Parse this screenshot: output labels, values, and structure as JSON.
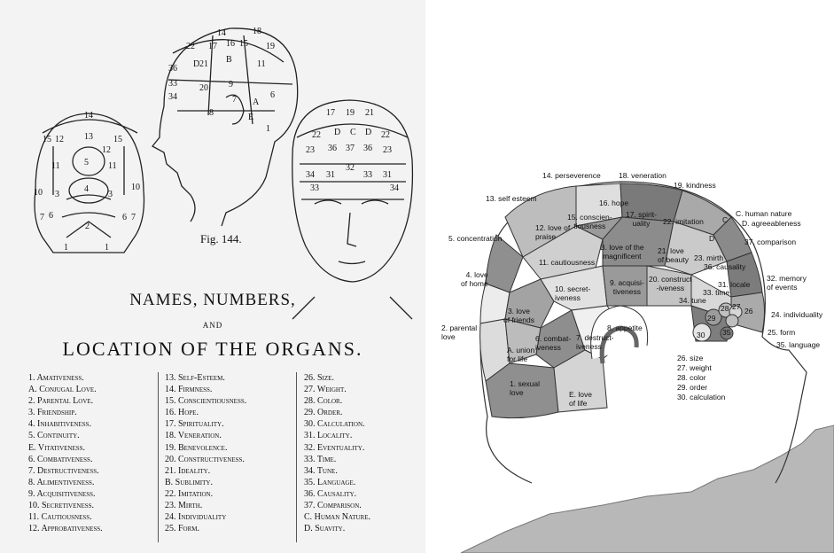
{
  "left_panel": {
    "figure_caption": "Fig. 144.",
    "title_line1": "NAMES, NUMBERS,",
    "title_line2": "AND",
    "title_line3": "LOCATION OF THE ORGANS.",
    "col1": [
      "1. Amativeness.",
      "A. Conjugal Love.",
      "2. Parental Love.",
      "3. Friendship.",
      "4. Inhabitiveness.",
      "5. Continuity.",
      "E. Vitativeness.",
      "6. Combativeness.",
      "7. Destructiveness.",
      "8. Alimentiveness.",
      "9. Acquisitiveness.",
      "10. Secretiveness.",
      "11. Cautiousness.",
      "12. Approbativeness."
    ],
    "col2": [
      "13. Self-Esteem.",
      "14. Firmness.",
      "15. Conscientiousness.",
      "16. Hope.",
      "17. Spirituality.",
      "18. Veneration.",
      "19. Benevolence.",
      "20. Constructiveness.",
      "21. Ideality.",
      "B. Sublimity.",
      "22. Imitation.",
      "23. Mirth.",
      "24. Individuality",
      "25. Form."
    ],
    "col3": [
      "26. Size.",
      "27. Weight.",
      "28. Color.",
      "29. Order.",
      "30. Calculation.",
      "31. Locality.",
      "32. Eventuality.",
      "33. Time.",
      "34. Tune.",
      "35. Language.",
      "36. Causality.",
      "37. Comparison.",
      "C. Human Nature.",
      "D. Suavity."
    ],
    "back_head_numbers": [
      "14",
      "13",
      "15",
      "15",
      "12",
      "12",
      "5",
      "11",
      "11",
      "3",
      "4",
      "3",
      "10",
      "10",
      "6",
      "2",
      "6",
      "7",
      "7",
      "1",
      "1"
    ],
    "side_head_numbers": [
      "14",
      "18",
      "19",
      "22",
      "17",
      "16",
      "15",
      "D",
      "36",
      "21",
      "B",
      "11",
      "33",
      "20",
      "9",
      "34",
      "7",
      "6",
      "A",
      "8",
      "E",
      "1"
    ],
    "front_head_numbers": [
      "17",
      "19",
      "21",
      "22",
      "D",
      "C",
      "D",
      "22",
      "23",
      "36",
      "37",
      "36",
      "23",
      "32",
      "31",
      "34",
      "33",
      "31",
      "33",
      "34"
    ]
  },
  "right_panel": {
    "external_labels": [
      "14. perseverence",
      "18. veneration",
      "19. kindness",
      "13. self esteem",
      "C. human nature",
      "D. agreeableness",
      "37. comparison",
      "5. concentration",
      "4. love\nof home",
      "32. memory\nof events",
      "24. individuality",
      "2. parental\nlove",
      "25. form",
      "35. language"
    ],
    "internal_labels": [
      "16. hope",
      "15. conscien-\ntiousness",
      "17. spirit-\nuality",
      "12. love of\npraise",
      "22. imitation",
      "C",
      "B. love of the\nmagnificent",
      "21. love\nof beauty",
      "D",
      "23. mirth",
      "36. causality",
      "11. cautiousness",
      "9. acquisi-\ntiveness",
      "20. construct\n-iveness",
      "31. locale",
      "33. time",
      "10. secret-\niveness",
      "34. tune",
      "28",
      "27",
      "26",
      "29",
      "30",
      "35",
      "3. love\nof friends",
      "8. appetite",
      "6. combat-\niveness",
      "7. destruct-\niveness",
      "A. union\nfor life",
      "1. sexual\nlove",
      "E. love\nof life"
    ],
    "size_list": [
      "26. size",
      "27. weight",
      "28. color",
      "29. order",
      "30. calculation"
    ]
  }
}
